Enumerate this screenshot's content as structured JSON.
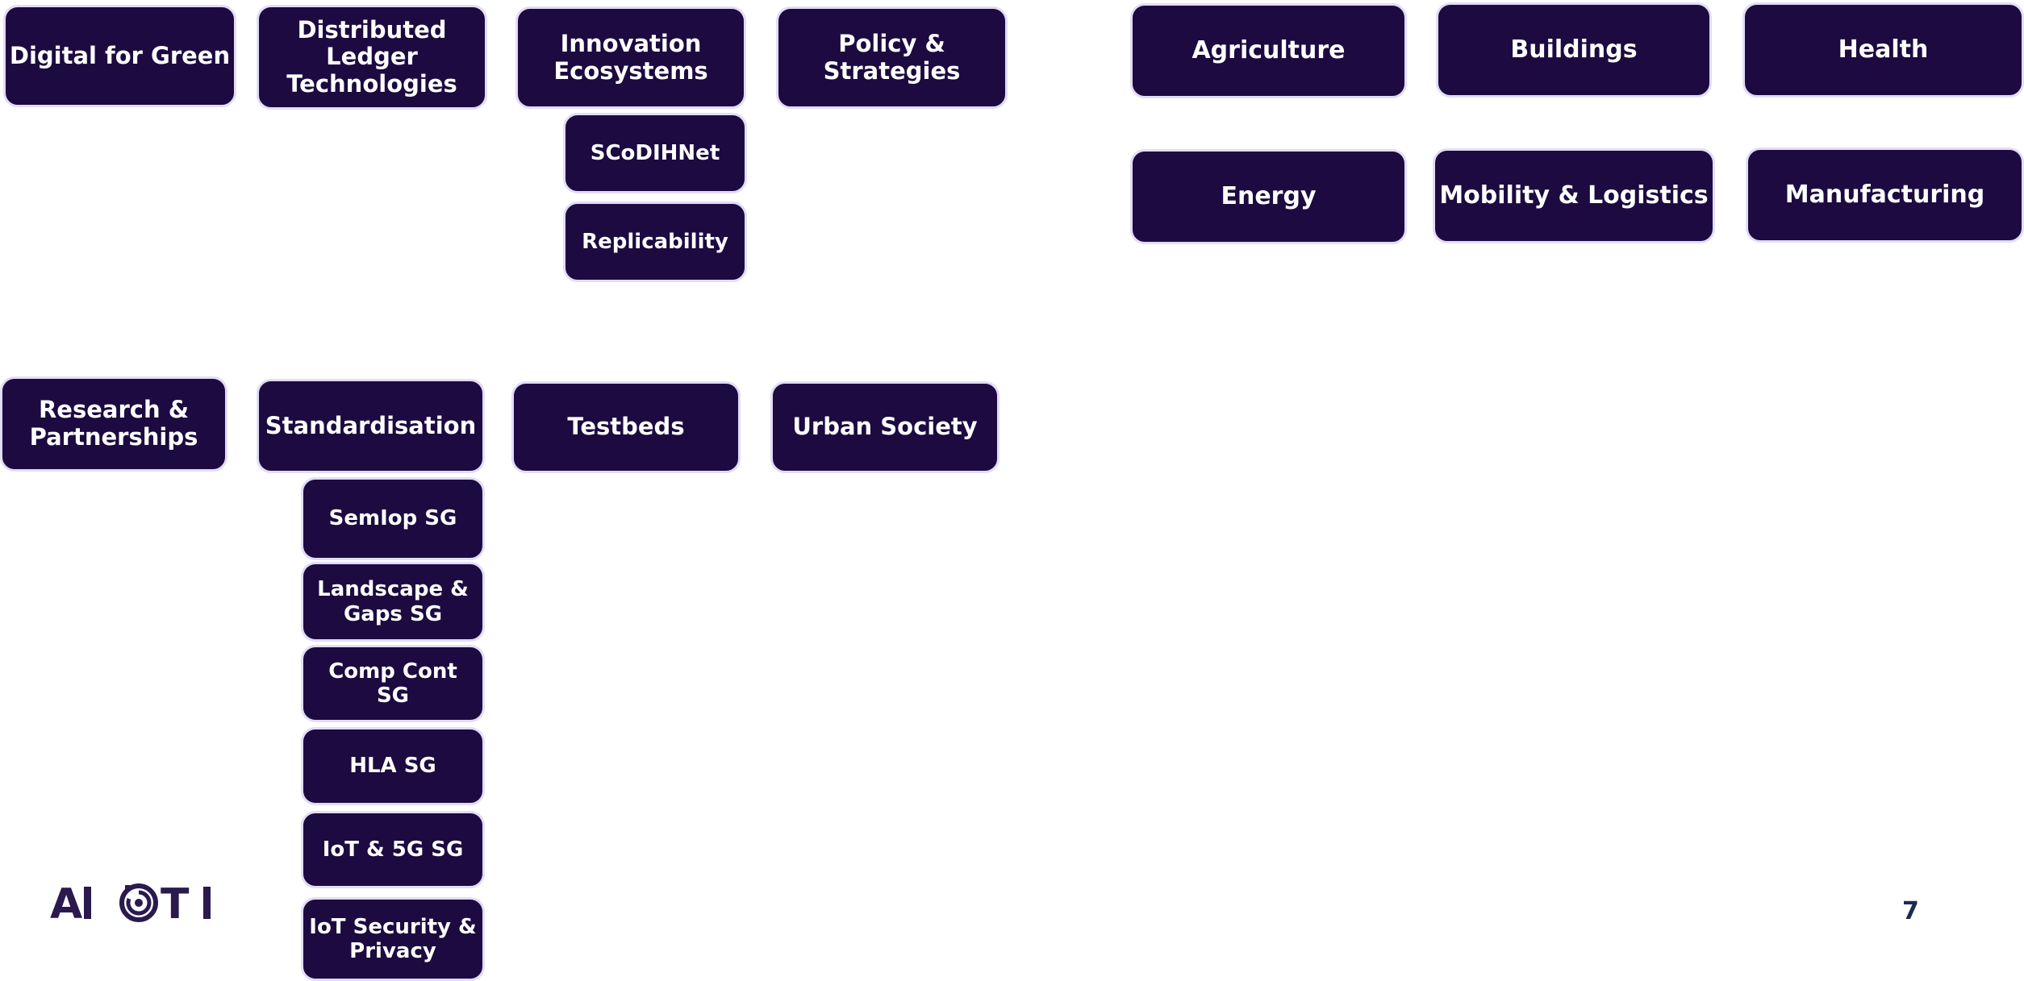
{
  "colors": {
    "box_fill": "#1c0a40",
    "box_border": "#e2dcf7",
    "box_text": "#ffffff",
    "logo": "#2a1a4e",
    "page_number": "#1c2a55"
  },
  "wg_top": [
    "Digital for Green",
    "Distributed\nLedger\nTechnologies",
    "Innovation\nEcosystems",
    "Policy &\nStrategies"
  ],
  "innovation_subgroups": [
    "SCoDIHNet",
    "Replicability"
  ],
  "wg_bottom": [
    "Research &\nPartnerships",
    "Standardisation",
    "Testbeds",
    "Urban Society"
  ],
  "standardisation_subgroups": [
    "SemIop SG",
    "Landscape &\nGaps SG",
    "Comp Cont\nSG",
    "HLA SG",
    "IoT & 5G SG",
    "IoT Security &\nPrivacy"
  ],
  "verticals": [
    "Agriculture",
    "Buildings",
    "Health",
    "Energy",
    "Mobility & Logistics",
    "Manufacturing"
  ],
  "logo": {
    "text": "AIOTI",
    "icon": "aioti-logo-icon"
  },
  "page_number": "7"
}
